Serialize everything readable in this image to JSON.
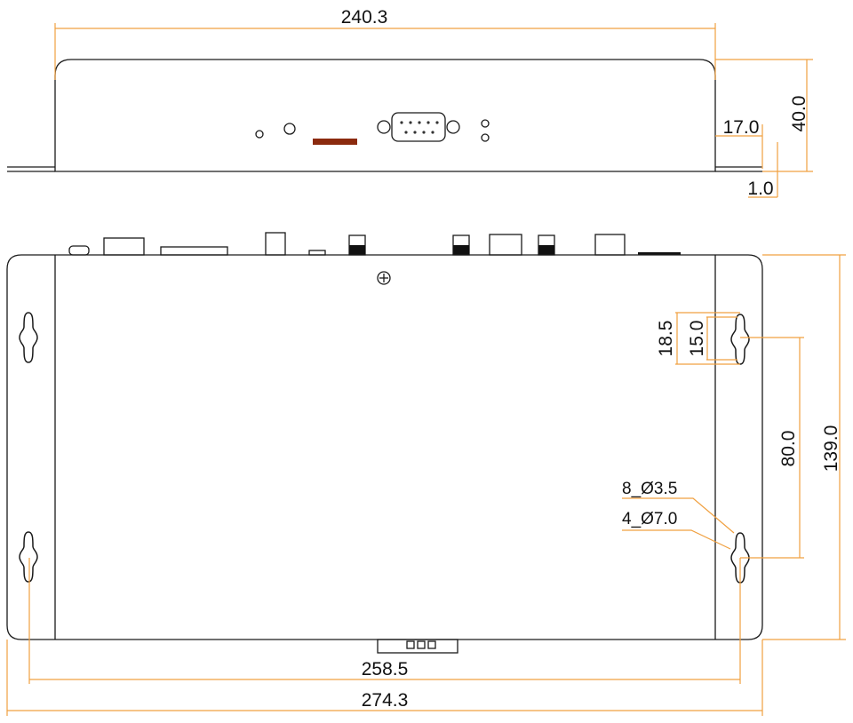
{
  "drawing": {
    "top_view": {
      "width_dim": "240.3",
      "height_dim": "40.0",
      "flange_dim": "17.0",
      "thickness_dim": "1.0"
    },
    "plan_view": {
      "height_dim": "139.0",
      "hole_spacing_dim": "80.0",
      "slot_outer_dim": "18.5",
      "slot_inner_dim": "15.0",
      "hole_span_dim": "258.5",
      "overall_width_dim": "274.3",
      "small_hole_label": "8_Ø3.5",
      "large_hole_label": "4_Ø7.0"
    },
    "colors": {
      "dimension": "#f0a040",
      "outline": "#1a1a1a",
      "led_strip": "#8b2a0e"
    }
  }
}
